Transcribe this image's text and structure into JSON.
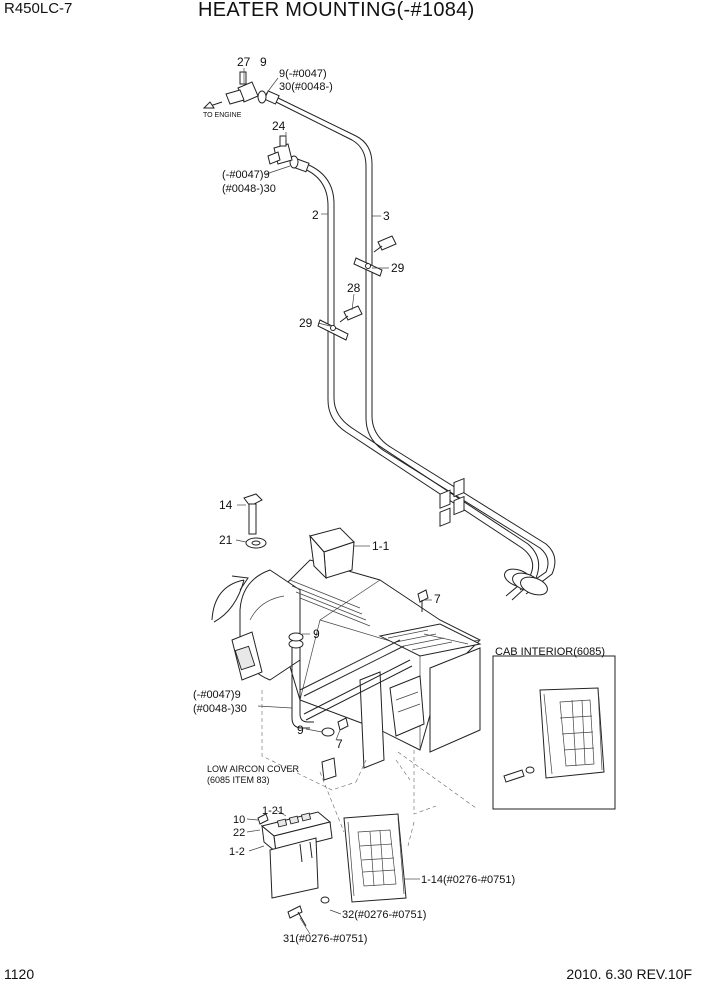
{
  "header": {
    "model": "R450LC-7",
    "title": "HEATER MOUNTING(-#1084)"
  },
  "footer": {
    "page_number": "1120",
    "revision": "2010. 6.30  REV.10F"
  },
  "labels": {
    "p27": "27",
    "p9_top": "9",
    "p9_0047_top": "9(-#0047)",
    "p30_0048_top": "30(#0048-)",
    "to_engine": "TO ENGINE",
    "p24": "24",
    "p0047_9_upper": "(-#0047)9",
    "p0048_30_upper": "(#0048-)30",
    "p2": "2",
    "p3": "3",
    "p29_right": "29",
    "p28": "28",
    "p29_left": "29",
    "p14": "14",
    "p21": "21",
    "p1_1": "1-1",
    "p7_upper": "7",
    "p9_mid": "9",
    "cab_interior": "CAB INTERIOR(6085)",
    "p0047_9_lower": "(-#0047)9",
    "p0048_30_lower": "(#0048-)30",
    "p9_low": "9",
    "p7_low": "7",
    "low_aircon_cover": "LOW AIRCON COVER",
    "item_ref": "(6085 ITEM 83)",
    "p10": "10",
    "p1_21": "1-21",
    "p22": "22",
    "p1_2": "1-2",
    "p1_14": "1-14(#0276-#0751)",
    "p32": "32(#0276-#0751)",
    "p31": "31(#0276-#0751)"
  },
  "colors": {
    "ink": "#222222",
    "background": "#ffffff"
  }
}
